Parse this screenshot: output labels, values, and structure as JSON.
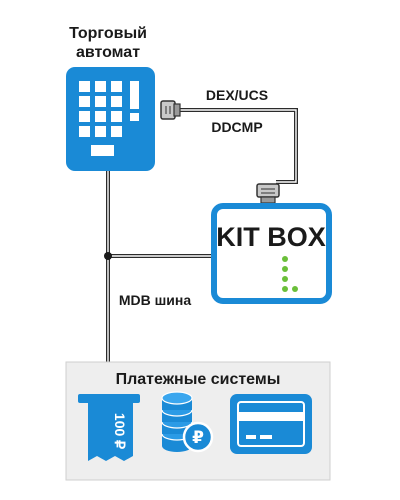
{
  "vending_machine": {
    "title_line1": "Торговый",
    "title_line2": "автомат"
  },
  "connection": {
    "protocol_1": "DEX/UCS",
    "protocol_2": "DDCMP"
  },
  "kit_box": {
    "label": "KIT BOX"
  },
  "bus": {
    "label": "MDB шина"
  },
  "payment_systems": {
    "title": "Платежные системы",
    "bill_value": "100 ₽",
    "coin_symbol": "₽",
    "icons": [
      "banknote-icon",
      "coins-icon",
      "credit-card-icon"
    ]
  },
  "colors": {
    "accent_blue": "#1a8ad6",
    "led_green": "#6bbf3a",
    "panel_gray": "#eeeeee",
    "line_dark": "#2b2b2b"
  }
}
